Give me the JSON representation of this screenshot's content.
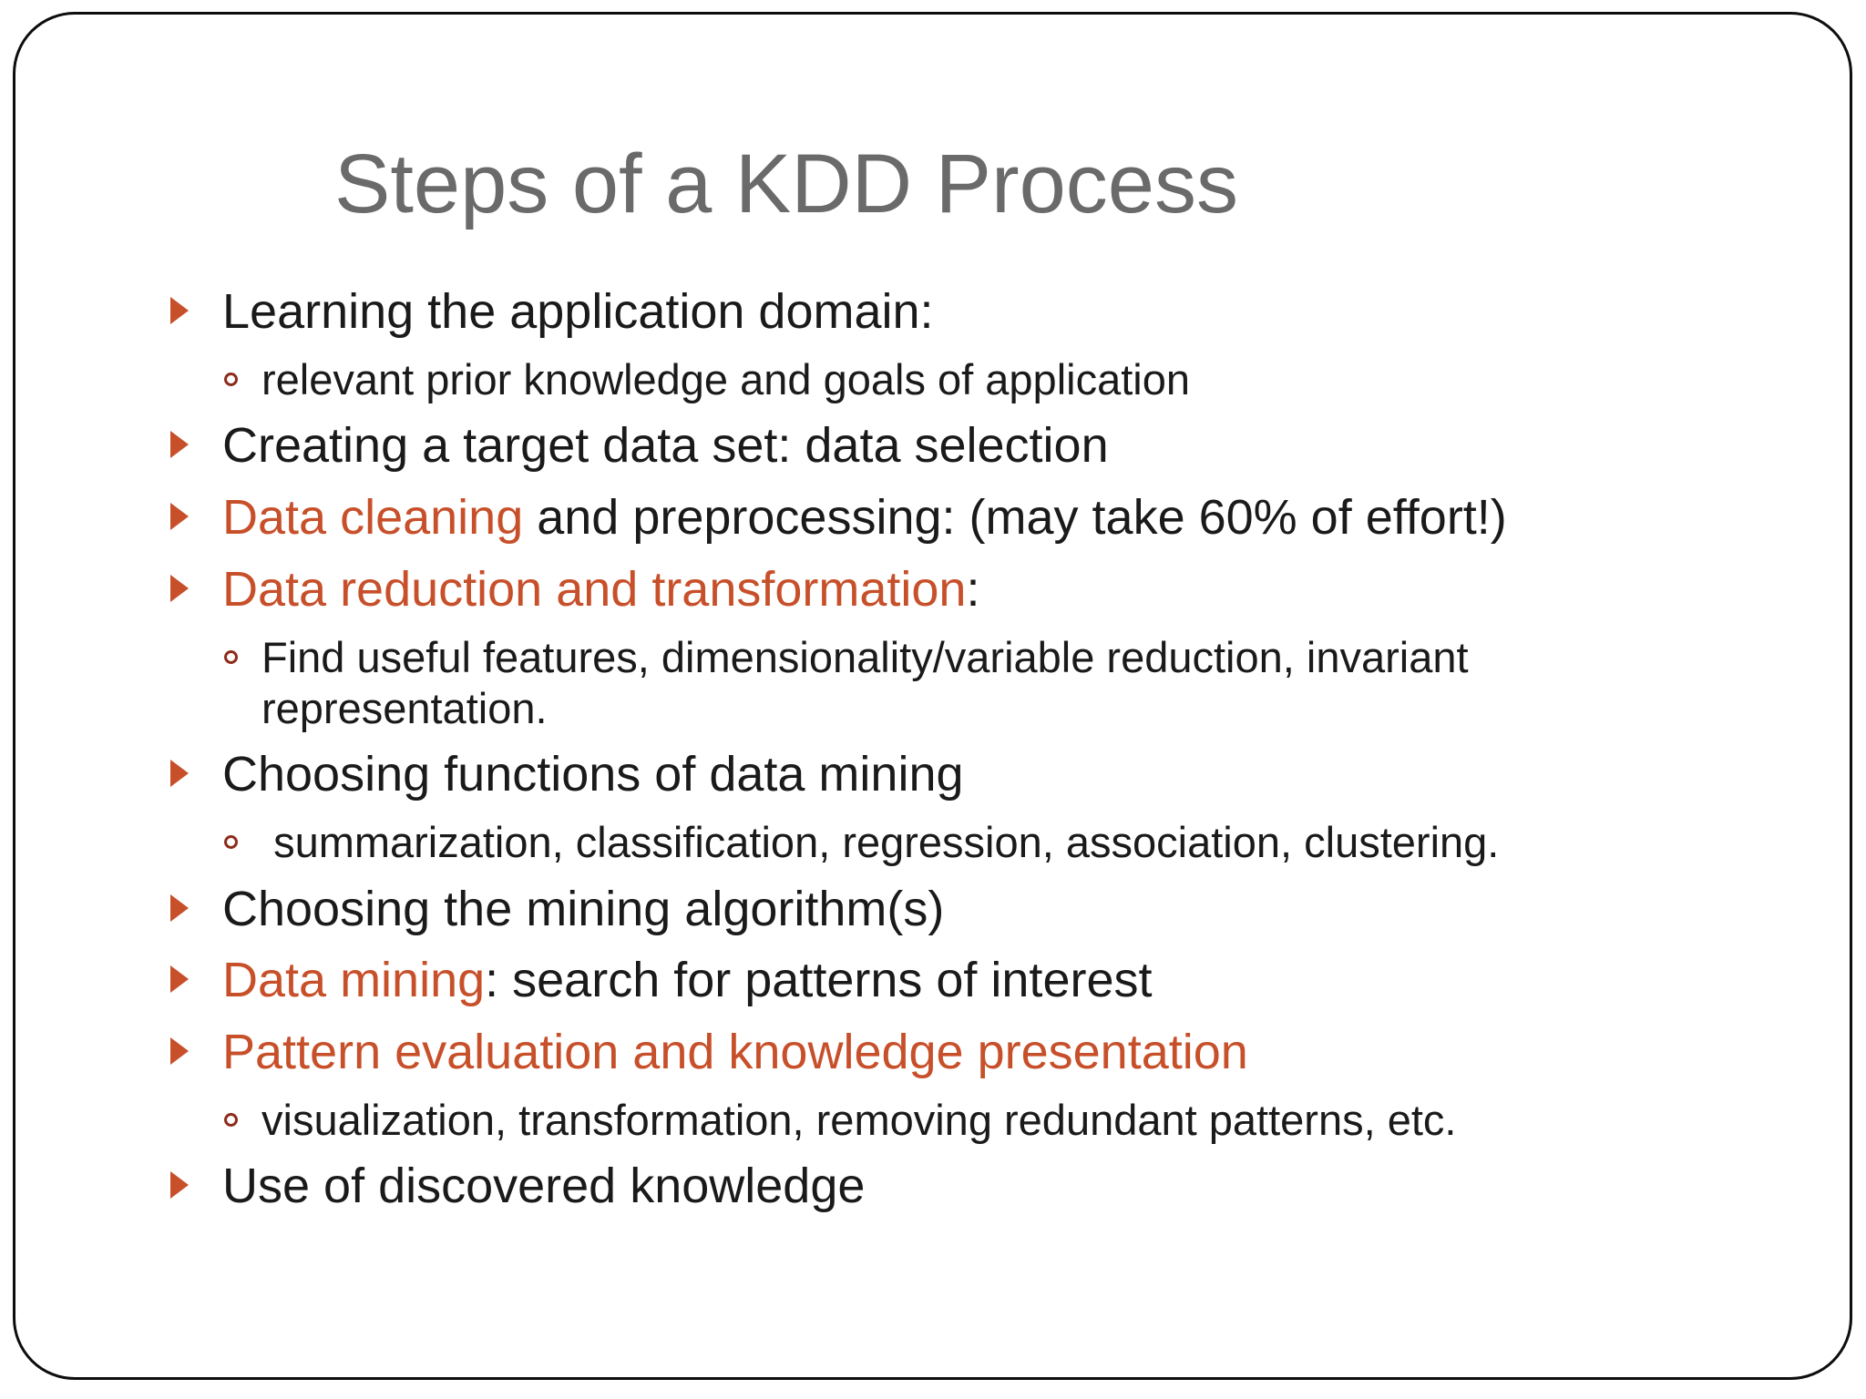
{
  "colors": {
    "accent": "#c7502a",
    "ring": "#8e2c1c",
    "title": "#6a6a6a",
    "text": "#1a1a1a",
    "border": "#0d0d0d",
    "background": "#ffffff"
  },
  "slide": {
    "title": "Steps of a KDD Process",
    "bullets": [
      {
        "type": "main",
        "segments": [
          {
            "text": "Learning the application domain:",
            "accent": false
          }
        ]
      },
      {
        "type": "sub",
        "segments": [
          {
            "text": "relevant prior knowledge and goals of application",
            "accent": false
          }
        ]
      },
      {
        "type": "main",
        "segments": [
          {
            "text": "Creating a target data set: data selection",
            "accent": false
          }
        ]
      },
      {
        "type": "main",
        "segments": [
          {
            "text": "Data cleaning",
            "accent": true
          },
          {
            "text": " and preprocessing: (may take 60% of effort!)",
            "accent": false
          }
        ]
      },
      {
        "type": "main",
        "segments": [
          {
            "text": "Data reduction and transformation",
            "accent": true
          },
          {
            "text": ":",
            "accent": false
          }
        ]
      },
      {
        "type": "sub",
        "tight": true,
        "segments": [
          {
            "text": "Find useful features, dimensionality/variable reduction, invariant",
            "accent": false
          }
        ]
      },
      {
        "type": "cont",
        "segments": [
          {
            "text": "representation.",
            "accent": false
          }
        ]
      },
      {
        "type": "main",
        "segments": [
          {
            "text": "Choosing functions of data mining",
            "accent": false
          }
        ]
      },
      {
        "type": "sub",
        "segments": [
          {
            "text": " summarization, classification, regression, association, clustering.",
            "accent": false
          }
        ]
      },
      {
        "type": "main",
        "segments": [
          {
            "text": "Choosing the mining algorithm(s)",
            "accent": false
          }
        ]
      },
      {
        "type": "main",
        "segments": [
          {
            "text": "Data mining",
            "accent": true
          },
          {
            "text": ": search for patterns of interest",
            "accent": false
          }
        ]
      },
      {
        "type": "main",
        "segments": [
          {
            "text": "Pattern evaluation and knowledge presentation",
            "accent": true
          }
        ]
      },
      {
        "type": "sub",
        "segments": [
          {
            "text": "visualization, transformation, removing redundant patterns, etc.",
            "accent": false
          }
        ]
      },
      {
        "type": "main",
        "segments": [
          {
            "text": "Use of discovered knowledge",
            "accent": false
          }
        ]
      }
    ]
  }
}
